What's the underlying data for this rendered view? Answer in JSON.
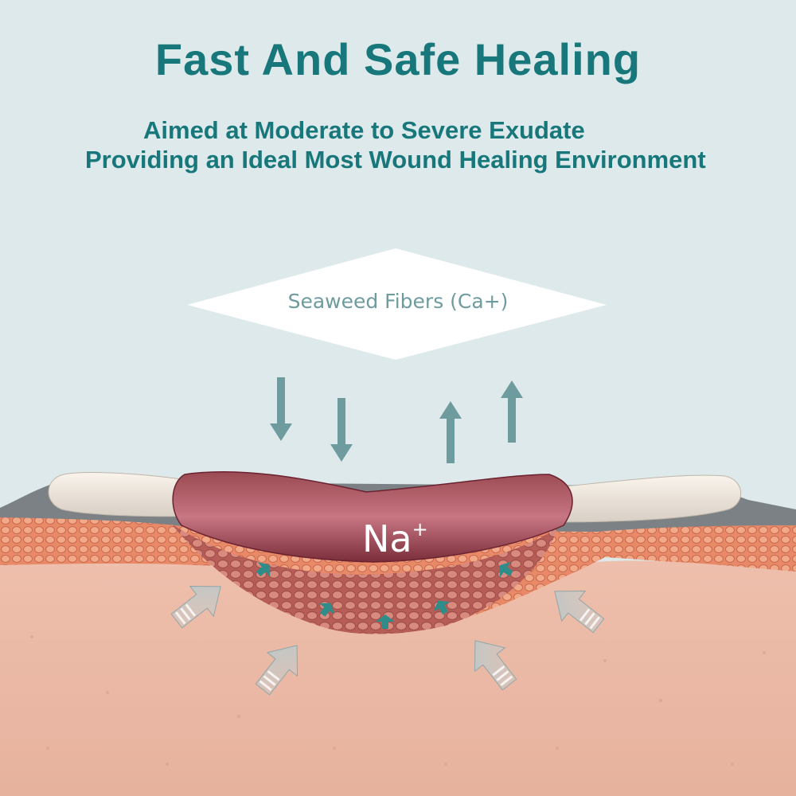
{
  "title": "Fast And Safe Healing",
  "subtitle_line1": "Aimed at Moderate to Severe Exudate",
  "subtitle_line2": "Providing an Ideal Most Wound Healing Environment",
  "fiber_label": "Seaweed Fibers (Ca+)",
  "ion_symbol": "Na",
  "ion_charge": "+",
  "colors": {
    "accent": "#17777a",
    "background": "#dde9ea",
    "arrow": "#6e9c9e",
    "skin": "#e8b7a4",
    "dermis_layer": "#e88a68",
    "wound_bed": "#b75a55",
    "dressing_pad": "#8a3340"
  },
  "icons": {
    "down_arrows": "down-arrow-icon",
    "up_arrows": "up-arrow-icon",
    "exudate_arrows": "exudate-arrow-icon",
    "migration_arrows": "migration-arrow-icon"
  }
}
